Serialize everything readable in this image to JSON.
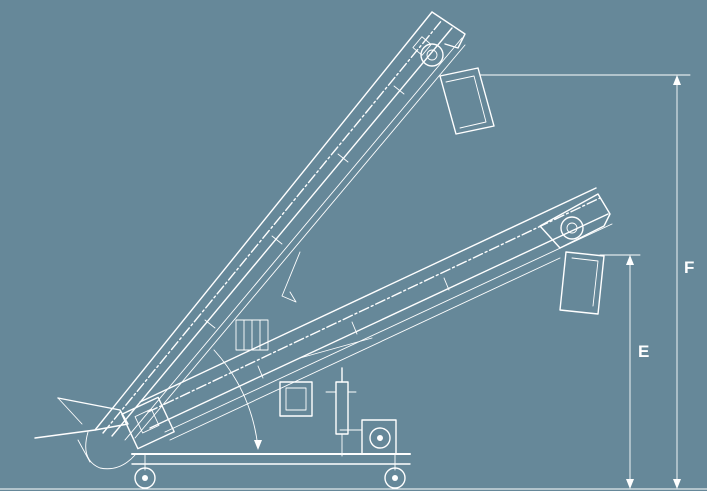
{
  "diagram": {
    "background": "#668899",
    "line_color": "#ffffff",
    "dimensions": [
      {
        "key": "E",
        "label": "E"
      },
      {
        "key": "F",
        "label": "F"
      }
    ],
    "icons": [
      "conveyor-drive-motor-icon",
      "caster-wheel-icon",
      "hydraulic-cylinder-icon",
      "control-box-icon"
    ]
  }
}
